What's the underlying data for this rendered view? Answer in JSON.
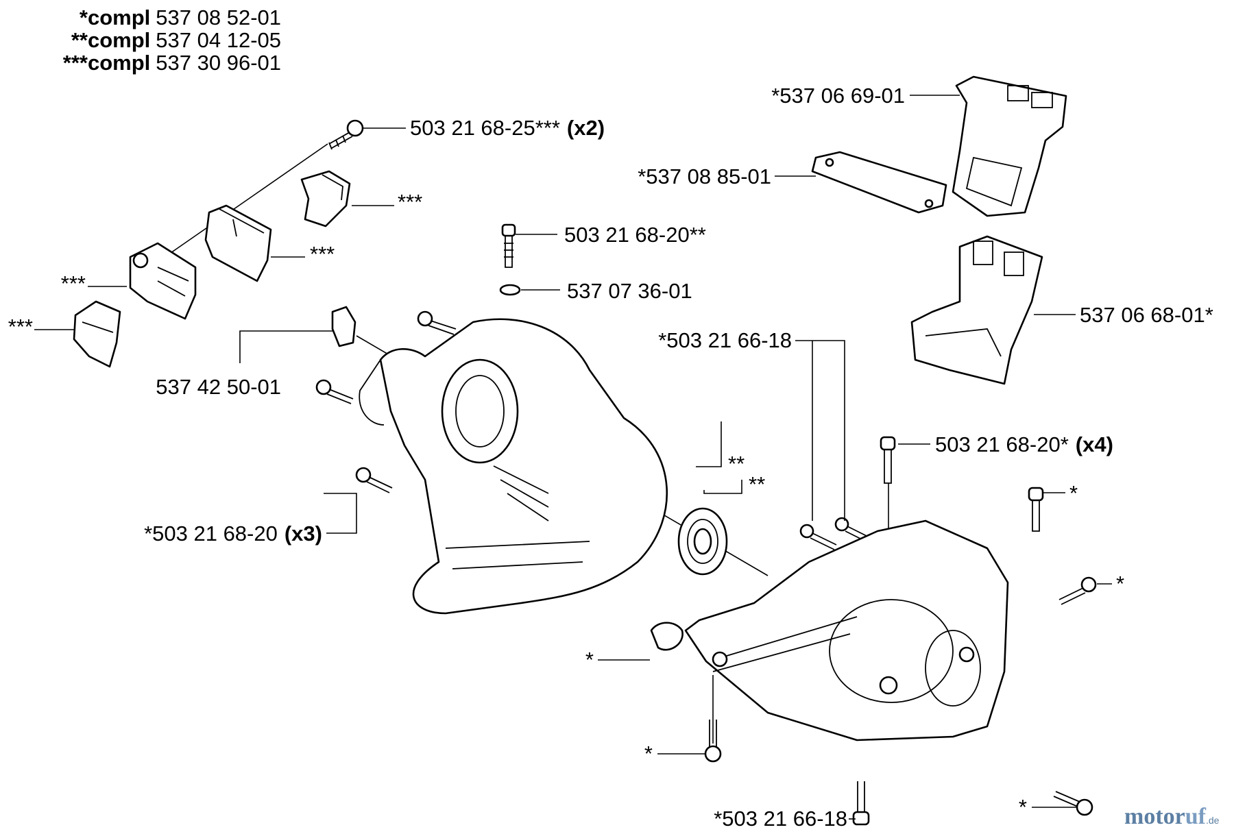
{
  "header": {
    "lines": [
      {
        "prefix": "*",
        "word": "compl",
        "number": "537 08 52-01"
      },
      {
        "prefix": "**",
        "word": "compl",
        "number": "537 04 12-05"
      },
      {
        "prefix": "***",
        "word": "compl",
        "number": "537 30 96-01"
      }
    ]
  },
  "labels": {
    "screw_25": "503 21 68-25***",
    "screw_25_qty": "(x2)",
    "cap_a": "***",
    "cap_b": "***",
    "cap_c": "***",
    "cap_d": "***",
    "screw_20_top": "503 21 68-20**",
    "ring": "537 07 36-01",
    "clip": "537 42 50-01",
    "housing_left": "**",
    "bearing": "**",
    "screws_left": "*503 21 68-20",
    "screws_left_qty": "(x3)",
    "gasket_top": "*537 06 69-01",
    "gasket_mid": "*537 08 85-01",
    "filter_holder": "537 06 68-01*",
    "screws_66_18_top": "*503 21 66-18",
    "screws_20_right": "503 21 68-20*",
    "screws_20_right_qty": "(x4)",
    "star_r1": "*",
    "star_r2": "*",
    "star_l1": "*",
    "star_l2": "*",
    "star_b": "*",
    "screws_66_18_bottom": "*503 21 66-18"
  },
  "watermark": {
    "part1": "motor",
    "part2": "uf",
    "suffix": ".de"
  }
}
